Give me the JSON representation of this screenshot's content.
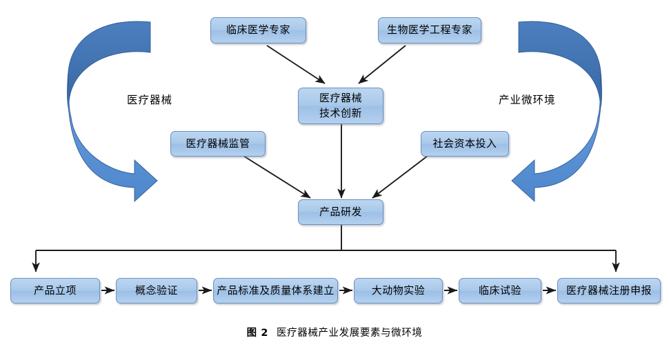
{
  "figure": {
    "caption_number": "图 2",
    "caption_text": "医疗器械产业发展要素与微环境"
  },
  "colors": {
    "box_fill": "#a9c9ea",
    "box_border": "#6a8fc0",
    "swoosh_dark": "#3d6fb0",
    "swoosh_light": "#5b94d6",
    "arrow_stroke": "#1a1a1a",
    "text": "#000000"
  },
  "side_labels": {
    "left": "医疗器械",
    "right": "产业微环境"
  },
  "nodes": {
    "clinical_expert": "临床医学专家",
    "biomedical_engineer": "生物医学工程专家",
    "tech_innovation_line1": "医疗器械",
    "tech_innovation_line2": "技术创新",
    "regulation": "医疗器械监管",
    "capital": "社会资本投入",
    "product_rd": "产品研发"
  },
  "pipeline": [
    {
      "label": "产品立项"
    },
    {
      "label": "概念验证"
    },
    {
      "label": "产品标准及质量体系建立"
    },
    {
      "label": "大动物实验"
    },
    {
      "label": "临床试验"
    },
    {
      "label": "医疗器械注册申报"
    }
  ],
  "swoosh": {
    "left_name": "left-curved-arrow",
    "right_name": "right-curved-arrow"
  }
}
